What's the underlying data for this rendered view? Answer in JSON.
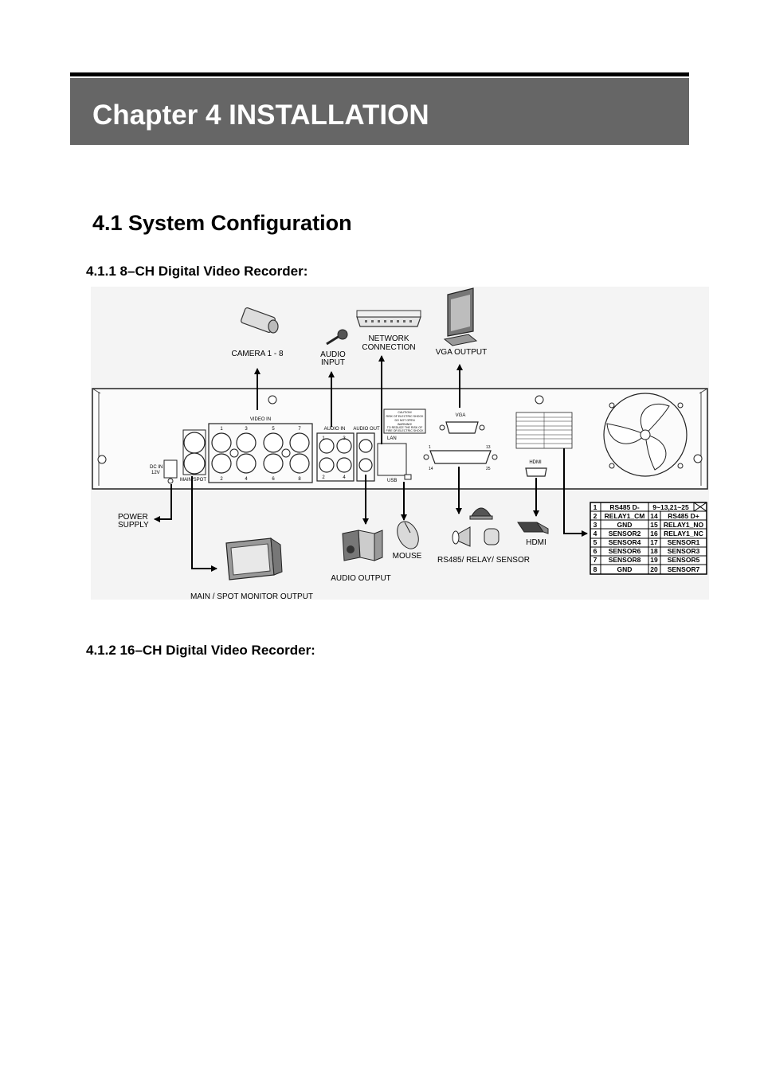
{
  "chapter_title": "Chapter 4 INSTALLATION",
  "section_title": "4.1 System Configuration",
  "subsections": [
    "4.1.1 8–CH Digital Video Recorder:",
    "4.1.2 16–CH Digital Video Recorder:"
  ],
  "diagram": {
    "callouts": {
      "camera": "CAMERA 1 - 8",
      "audio_input_1": "AUDIO",
      "audio_input_2": "INPUT",
      "network_1": "NETWORK",
      "network_2": "CONNECTION",
      "vga_output": "VGA OUTPUT",
      "power_1": "POWER",
      "power_2": "SUPPLY",
      "audio_output": "AUDIO OUTPUT",
      "mouse": "MOUSE",
      "rs485": "RS485/ RELAY/ SENSOR",
      "hdmi": "HDMI",
      "main_spot": "MAIN / SPOT MONITOR OUTPUT"
    },
    "panel_labels": {
      "video_in": "VIDEO IN",
      "audio_in": "AUDIO IN",
      "audio_out": "AUDIO OUT",
      "vga": "VGA",
      "lan": "LAN",
      "usb": "USB",
      "hdmi": "HDMI",
      "main_spot": "MAIN/SPOT",
      "dc_in_1": "DC IN",
      "dc_in_2": "12V",
      "pin_1": "1",
      "pin_13": "13",
      "pin_14": "14",
      "pin_25": "25"
    },
    "video_channels_top": [
      "1",
      "3",
      "5",
      "7"
    ],
    "video_channels_bottom": [
      "2",
      "4",
      "6",
      "8"
    ],
    "audio_channels_top": [
      "1",
      "3"
    ],
    "audio_channels_bottom": [
      "2",
      "4"
    ],
    "caution_lines": [
      "CAUTION!",
      "RISK OF ELECTRIC SHOCK",
      "DO NOT OPEN",
      "WARNING!",
      "TO REDUCE THE RISK OF",
      "FIRE OR ELECTRIC SHOCK"
    ],
    "pin_table": [
      [
        "1",
        "RS485 D-",
        "9~13,21~25",
        ""
      ],
      [
        "2",
        "RELAY1_CM",
        "14",
        "RS485 D+"
      ],
      [
        "3",
        "GND",
        "15",
        "RELAY1_NO"
      ],
      [
        "4",
        "SENSOR2",
        "16",
        "RELAY1_NC"
      ],
      [
        "5",
        "SENSOR4",
        "17",
        "SENSOR1"
      ],
      [
        "6",
        "SENSOR6",
        "18",
        "SENSOR3"
      ],
      [
        "7",
        "SENSOR8",
        "19",
        "SENSOR5"
      ],
      [
        "8",
        "GND",
        "20",
        "SENSOR7"
      ]
    ]
  }
}
